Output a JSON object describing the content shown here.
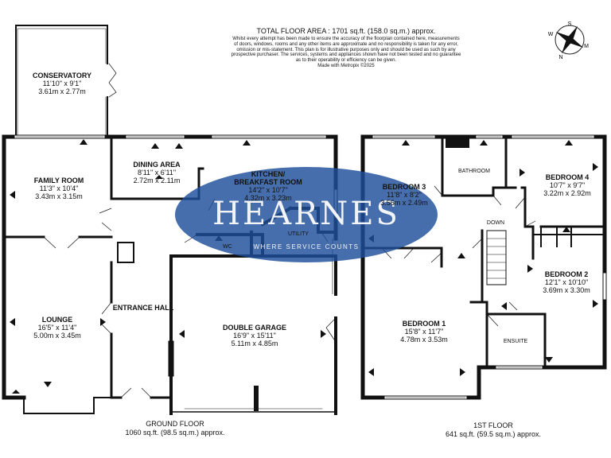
{
  "header": {
    "total_area": "TOTAL FLOOR AREA : 1701 sq.ft. (158.0 sq.m.) approx.",
    "disclaimer_lines": [
      "Whilst every attempt has been made to ensure the accuracy of the floorplan contained here, measurements",
      "of doors, windows, rooms and any other items are approximate and no responsibility is taken for any error,",
      "omission or mis-statement. This plan is for illustrative purposes only and should be used as such by any",
      "prospective purchaser. The services, systems and appliances shown have not been tested and no guarantee",
      "as to their operability or efficiency can be given.",
      "Made with Metropix ©2025"
    ]
  },
  "compass": {
    "letters": [
      "S",
      "W",
      "M",
      "N"
    ]
  },
  "watermark": {
    "brand": "HEARNES",
    "tagline": "WHERE SERVICE COUNTS",
    "color": "#1f4e9a"
  },
  "ground_floor": {
    "label": "GROUND FLOOR",
    "area": "1060 sq.ft. (98.5 sq.m.) approx.",
    "rooms": {
      "conservatory": {
        "name": "CONSERVATORY",
        "imperial": "11'10\" x 9'1\"",
        "metric": "3.61m x 2.77m"
      },
      "family_room": {
        "name": "FAMILY ROOM",
        "imperial": "11'3\" x 10'4\"",
        "metric": "3.43m x 3.15m"
      },
      "dining_area": {
        "name": "DINING AREA",
        "imperial": "8'11\" x 6'11\"",
        "metric": "2.72m x 2.11m"
      },
      "kitchen": {
        "name": "KITCHEN/",
        "name2": "BREAKFAST ROOM",
        "imperial": "14'2\" x 10'7\"",
        "metric": "4.32m x 3.23m"
      },
      "utility": {
        "name": "UTILITY"
      },
      "wc": {
        "name": "WC"
      },
      "lounge": {
        "name": "LOUNGE",
        "imperial": "16'5\" x 11'4\"",
        "metric": "5.00m x 3.45m"
      },
      "entrance_hall": {
        "name": "ENTRANCE HALL"
      },
      "double_garage": {
        "name": "DOUBLE GARAGE",
        "imperial": "16'9\" x 15'11\"",
        "metric": "5.11m x 4.85m"
      }
    }
  },
  "first_floor": {
    "label": "1ST FLOOR",
    "area": "641 sq.ft. (59.5 sq.m.) approx.",
    "rooms": {
      "bedroom3": {
        "name": "BEDROOM 3",
        "imperial": "11'8\" x 8'2\"",
        "metric": "3.56m x 2.49m"
      },
      "bathroom": {
        "name": "BATHROOM"
      },
      "bedroom4": {
        "name": "BEDROOM 4",
        "imperial": "10'7\" x 9'7\"",
        "metric": "3.22m x 2.92m"
      },
      "down": {
        "name": "DOWN"
      },
      "bedroom2": {
        "name": "BEDROOM 2",
        "imperial": "12'1\" x 10'10\"",
        "metric": "3.69m x 3.30m"
      },
      "bedroom1": {
        "name": "BEDROOM 1",
        "imperial": "15'8\" x 11'7\"",
        "metric": "4.78m x 3.53m"
      },
      "ensuite": {
        "name": "ENSUITE"
      }
    }
  }
}
